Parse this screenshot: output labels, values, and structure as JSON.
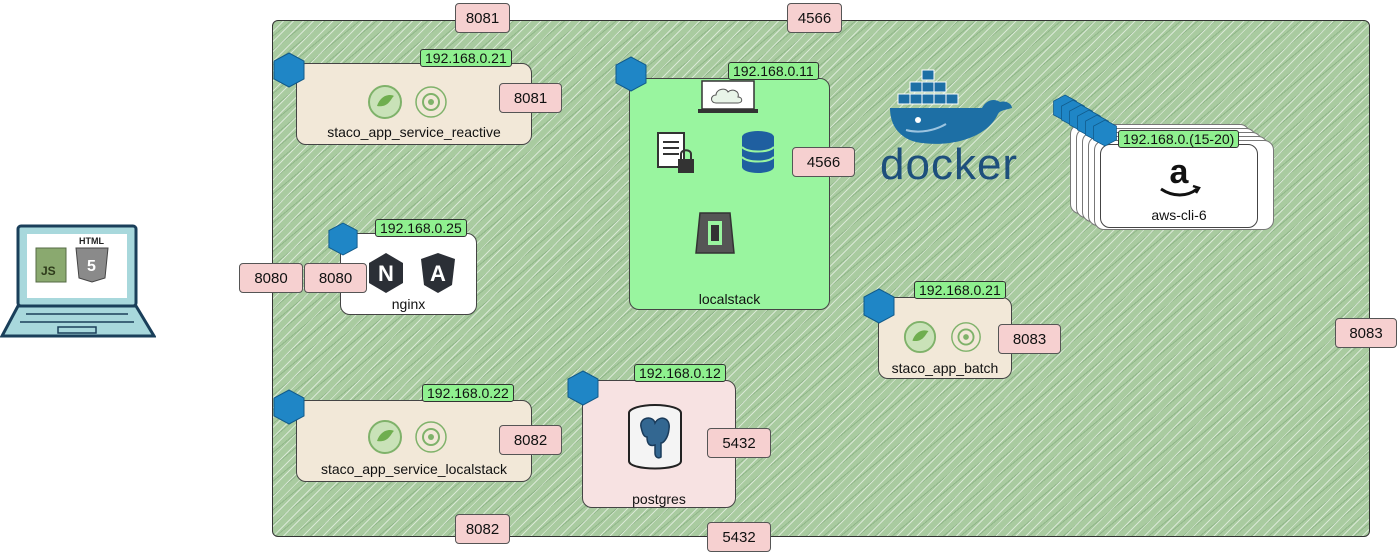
{
  "network": {
    "ports_top": [
      "8081",
      "4566"
    ],
    "ports_left": "8080",
    "ports_right": "8083",
    "ports_bottom": [
      "8082",
      "5432"
    ]
  },
  "services": {
    "reactive": {
      "name": "staco_app_service_reactive",
      "ip": "192.168.0.21",
      "port": "8081"
    },
    "nginx": {
      "name": "nginx",
      "ip": "192.168.0.25",
      "port": "8080"
    },
    "localstack_svc": {
      "name": "staco_app_service_localstack",
      "ip": "192.168.0.22",
      "port": "8082"
    },
    "localstack": {
      "name": "localstack",
      "ip": "192.168.0.11",
      "port": "4566"
    },
    "postgres": {
      "name": "postgres",
      "ip": "192.168.0.12",
      "port": "5432"
    },
    "batch": {
      "name": "staco_app_batch",
      "ip": "192.168.0.21",
      "port": "8083"
    },
    "awscli": {
      "name": "aws-cli-6",
      "ip": "192.168.0.(15-20)"
    }
  },
  "docker": {
    "wordmark": "docker",
    "color": "#1d4f7c"
  },
  "client": {
    "js_label": "JS",
    "html_label": "HTML"
  },
  "colors": {
    "network_bg": "#a9cba0",
    "ip_bg": "#8ff08f",
    "port_bg": "#f6d0d0",
    "hex": "#1f86c6"
  },
  "icons": [
    "laptop-icon",
    "spring-icon",
    "ms-icon",
    "nginx-icon",
    "angular-icon",
    "cloud-icon",
    "kms-icon",
    "dynamodb-icon",
    "s3-icon",
    "postgres-icon",
    "docker-whale-icon",
    "amazon-icon",
    "hexagon-icon"
  ]
}
